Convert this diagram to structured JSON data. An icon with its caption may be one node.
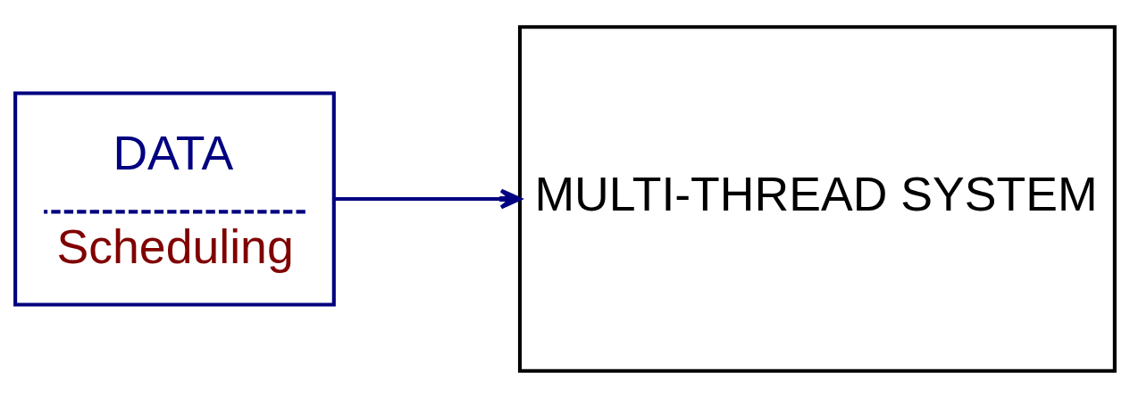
{
  "diagram": {
    "nodes": [
      {
        "text": [
          "DATA",
          "Scheduling"
        ]
      },
      {
        "text": [
          "MULTI-THREAD SYSTEM"
        ]
      }
    ],
    "edges": [
      {
        "from": 0,
        "to": 1,
        "arrow": "to",
        "color": "#000080"
      }
    ]
  }
}
